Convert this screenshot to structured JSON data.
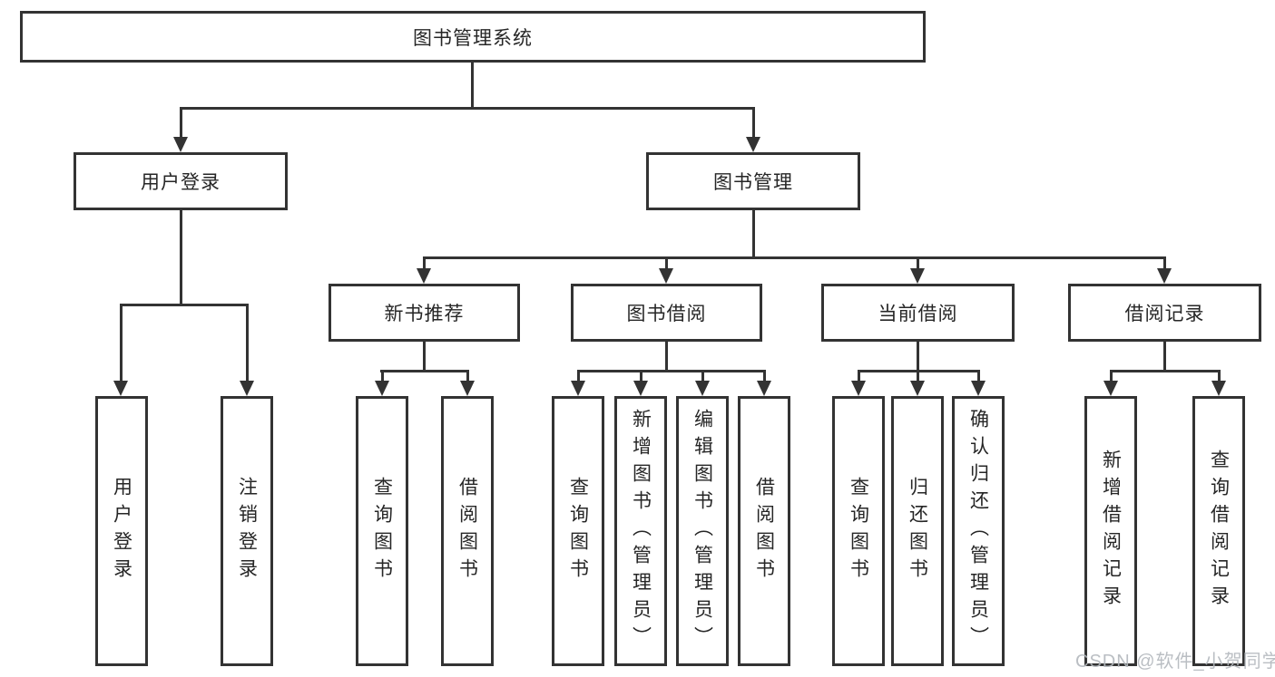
{
  "root": {
    "label": "图书管理系统"
  },
  "user_branch": {
    "label": "用户登录",
    "children": [
      {
        "label": "用户登录"
      },
      {
        "label": "注销登录"
      }
    ]
  },
  "book_branch": {
    "label": "图书管理",
    "groups": [
      {
        "label": "新书推荐",
        "children": [
          {
            "label": "查询图书"
          },
          {
            "label": "借阅图书"
          }
        ]
      },
      {
        "label": "图书借阅",
        "children": [
          {
            "label": "查询图书"
          },
          {
            "label": "新增图书（管理员）"
          },
          {
            "label": "编辑图书（管理员）"
          },
          {
            "label": "借阅图书"
          }
        ]
      },
      {
        "label": "当前借阅",
        "children": [
          {
            "label": "查询图书"
          },
          {
            "label": "归还图书"
          },
          {
            "label": "确认归还（管理员）"
          }
        ]
      },
      {
        "label": "借阅记录",
        "children": [
          {
            "label": "新增借阅记录"
          },
          {
            "label": "查询借阅记录"
          }
        ]
      }
    ]
  },
  "watermark": {
    "text": "CSDN @软件_小贺同学"
  },
  "colors": {
    "line": "#333333",
    "text": "#262626",
    "watermark": "#b3b8bd",
    "background": "#ffffff"
  }
}
